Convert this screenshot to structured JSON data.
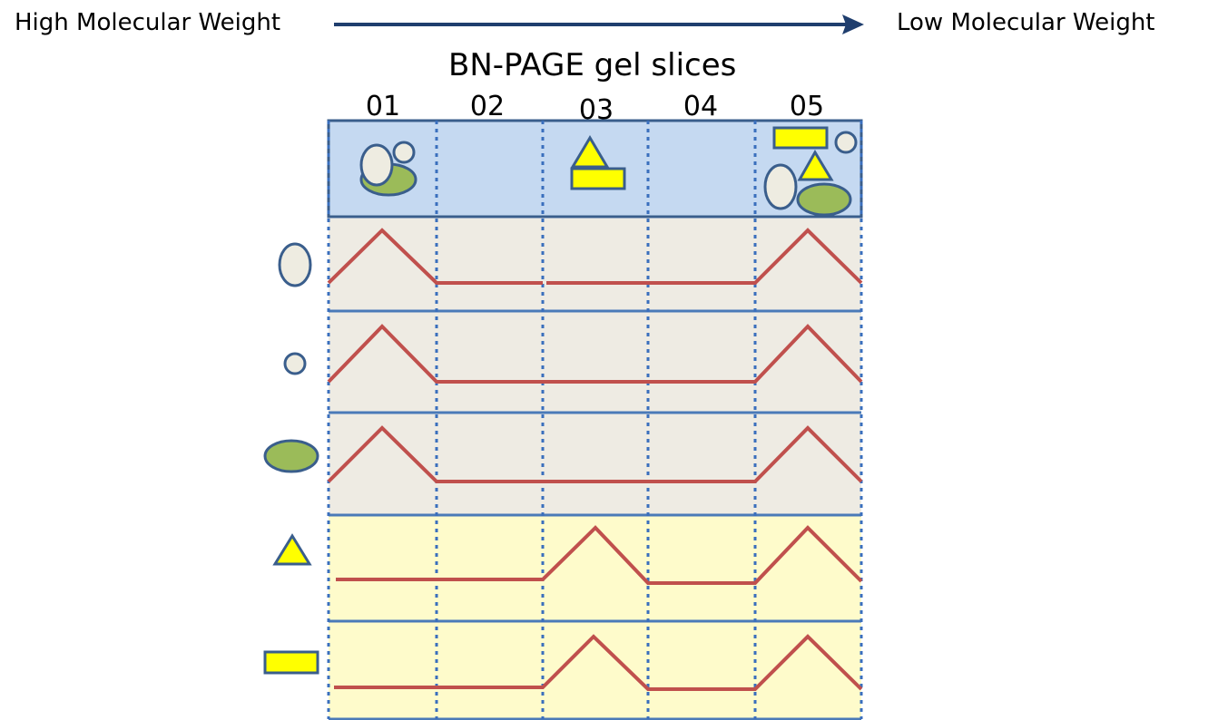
{
  "header": {
    "left_label": "High Molecular Weight",
    "right_label": "Low Molecular Weight",
    "arrow_icon": "arrow-right-icon"
  },
  "title": "BN-PAGE gel slices",
  "slices": [
    "01",
    "02",
    "03",
    "04",
    "05"
  ],
  "colors": {
    "arrow": "#1f3e6e",
    "outline": "#3a5e8c",
    "top_panel_bg": "#c5d9f1",
    "beige_bg": "#eeebe3",
    "yellow_bg": "#fefbcb",
    "trace": "#c0504d",
    "ellipse_fill": "#eeece1",
    "green_fill": "#9bbb59",
    "yellow_fill": "#ffff00"
  },
  "proteins": [
    {
      "icon": "large-oval-icon",
      "profile": [
        "peak",
        "low",
        "low",
        "low",
        "peak"
      ]
    },
    {
      "icon": "small-circle-icon",
      "profile": [
        "peak",
        "low",
        "low",
        "low",
        "peak"
      ]
    },
    {
      "icon": "green-ellipse-icon",
      "profile": [
        "peak",
        "low",
        "low",
        "low",
        "peak"
      ]
    },
    {
      "icon": "yellow-triangle-icon",
      "profile": [
        "low",
        "low",
        "peak",
        "low",
        "peak"
      ]
    },
    {
      "icon": "yellow-rectangle-icon",
      "profile": [
        "low",
        "low",
        "peak",
        "low",
        "peak"
      ]
    }
  ]
}
